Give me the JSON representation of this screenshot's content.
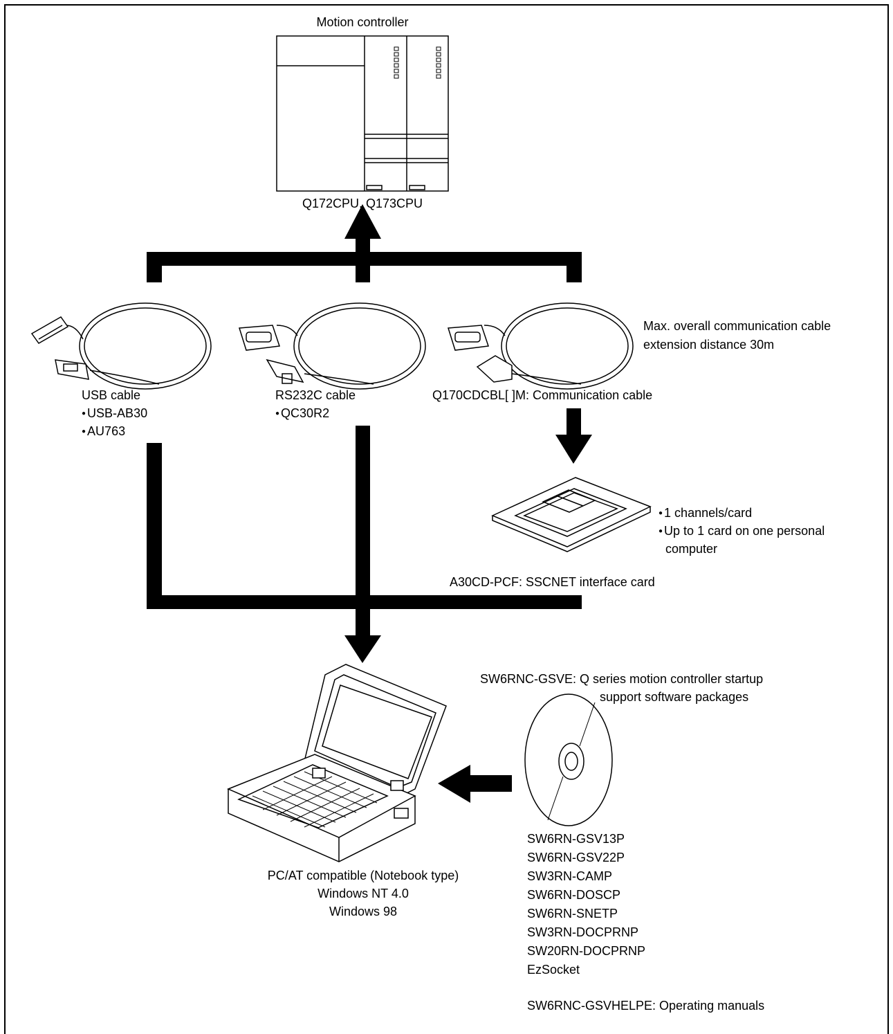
{
  "controller": {
    "title": "Motion controller",
    "models": "Q172CPU, Q173CPU"
  },
  "cables": {
    "usb": {
      "label": "USB cable",
      "items": [
        "USB-AB30",
        "AU763"
      ]
    },
    "rs232": {
      "label": "RS232C cable",
      "items": [
        "QC30R2"
      ]
    },
    "comm": {
      "note": [
        "Max. overall communication cable",
        "extension distance 30m"
      ],
      "label": "Q170CDCBL[ ]M: Communication cable"
    }
  },
  "card": {
    "notes": [
      "1 channels/card",
      "Up to 1 card on one personal",
      "computer"
    ],
    "label": "A30CD-PCF: SSCNET interface card"
  },
  "pc": {
    "lines": [
      "PC/AT compatible (Notebook type)",
      "Windows NT 4.0",
      "Windows 98"
    ]
  },
  "software": {
    "header": [
      "SW6RNC-GSVE: Q series motion controller startup",
      "support software packages"
    ],
    "packages": [
      "SW6RN-GSV13P",
      "SW6RN-GSV22P",
      "SW3RN-CAMP",
      "SW6RN-DOSCP",
      "SW6RN-SNETP",
      "SW3RN-DOCPRNP",
      "SW20RN-DOCPRNP",
      "EzSocket"
    ],
    "manuals": "SW6RNC-GSVHELPE: Operating manuals"
  }
}
